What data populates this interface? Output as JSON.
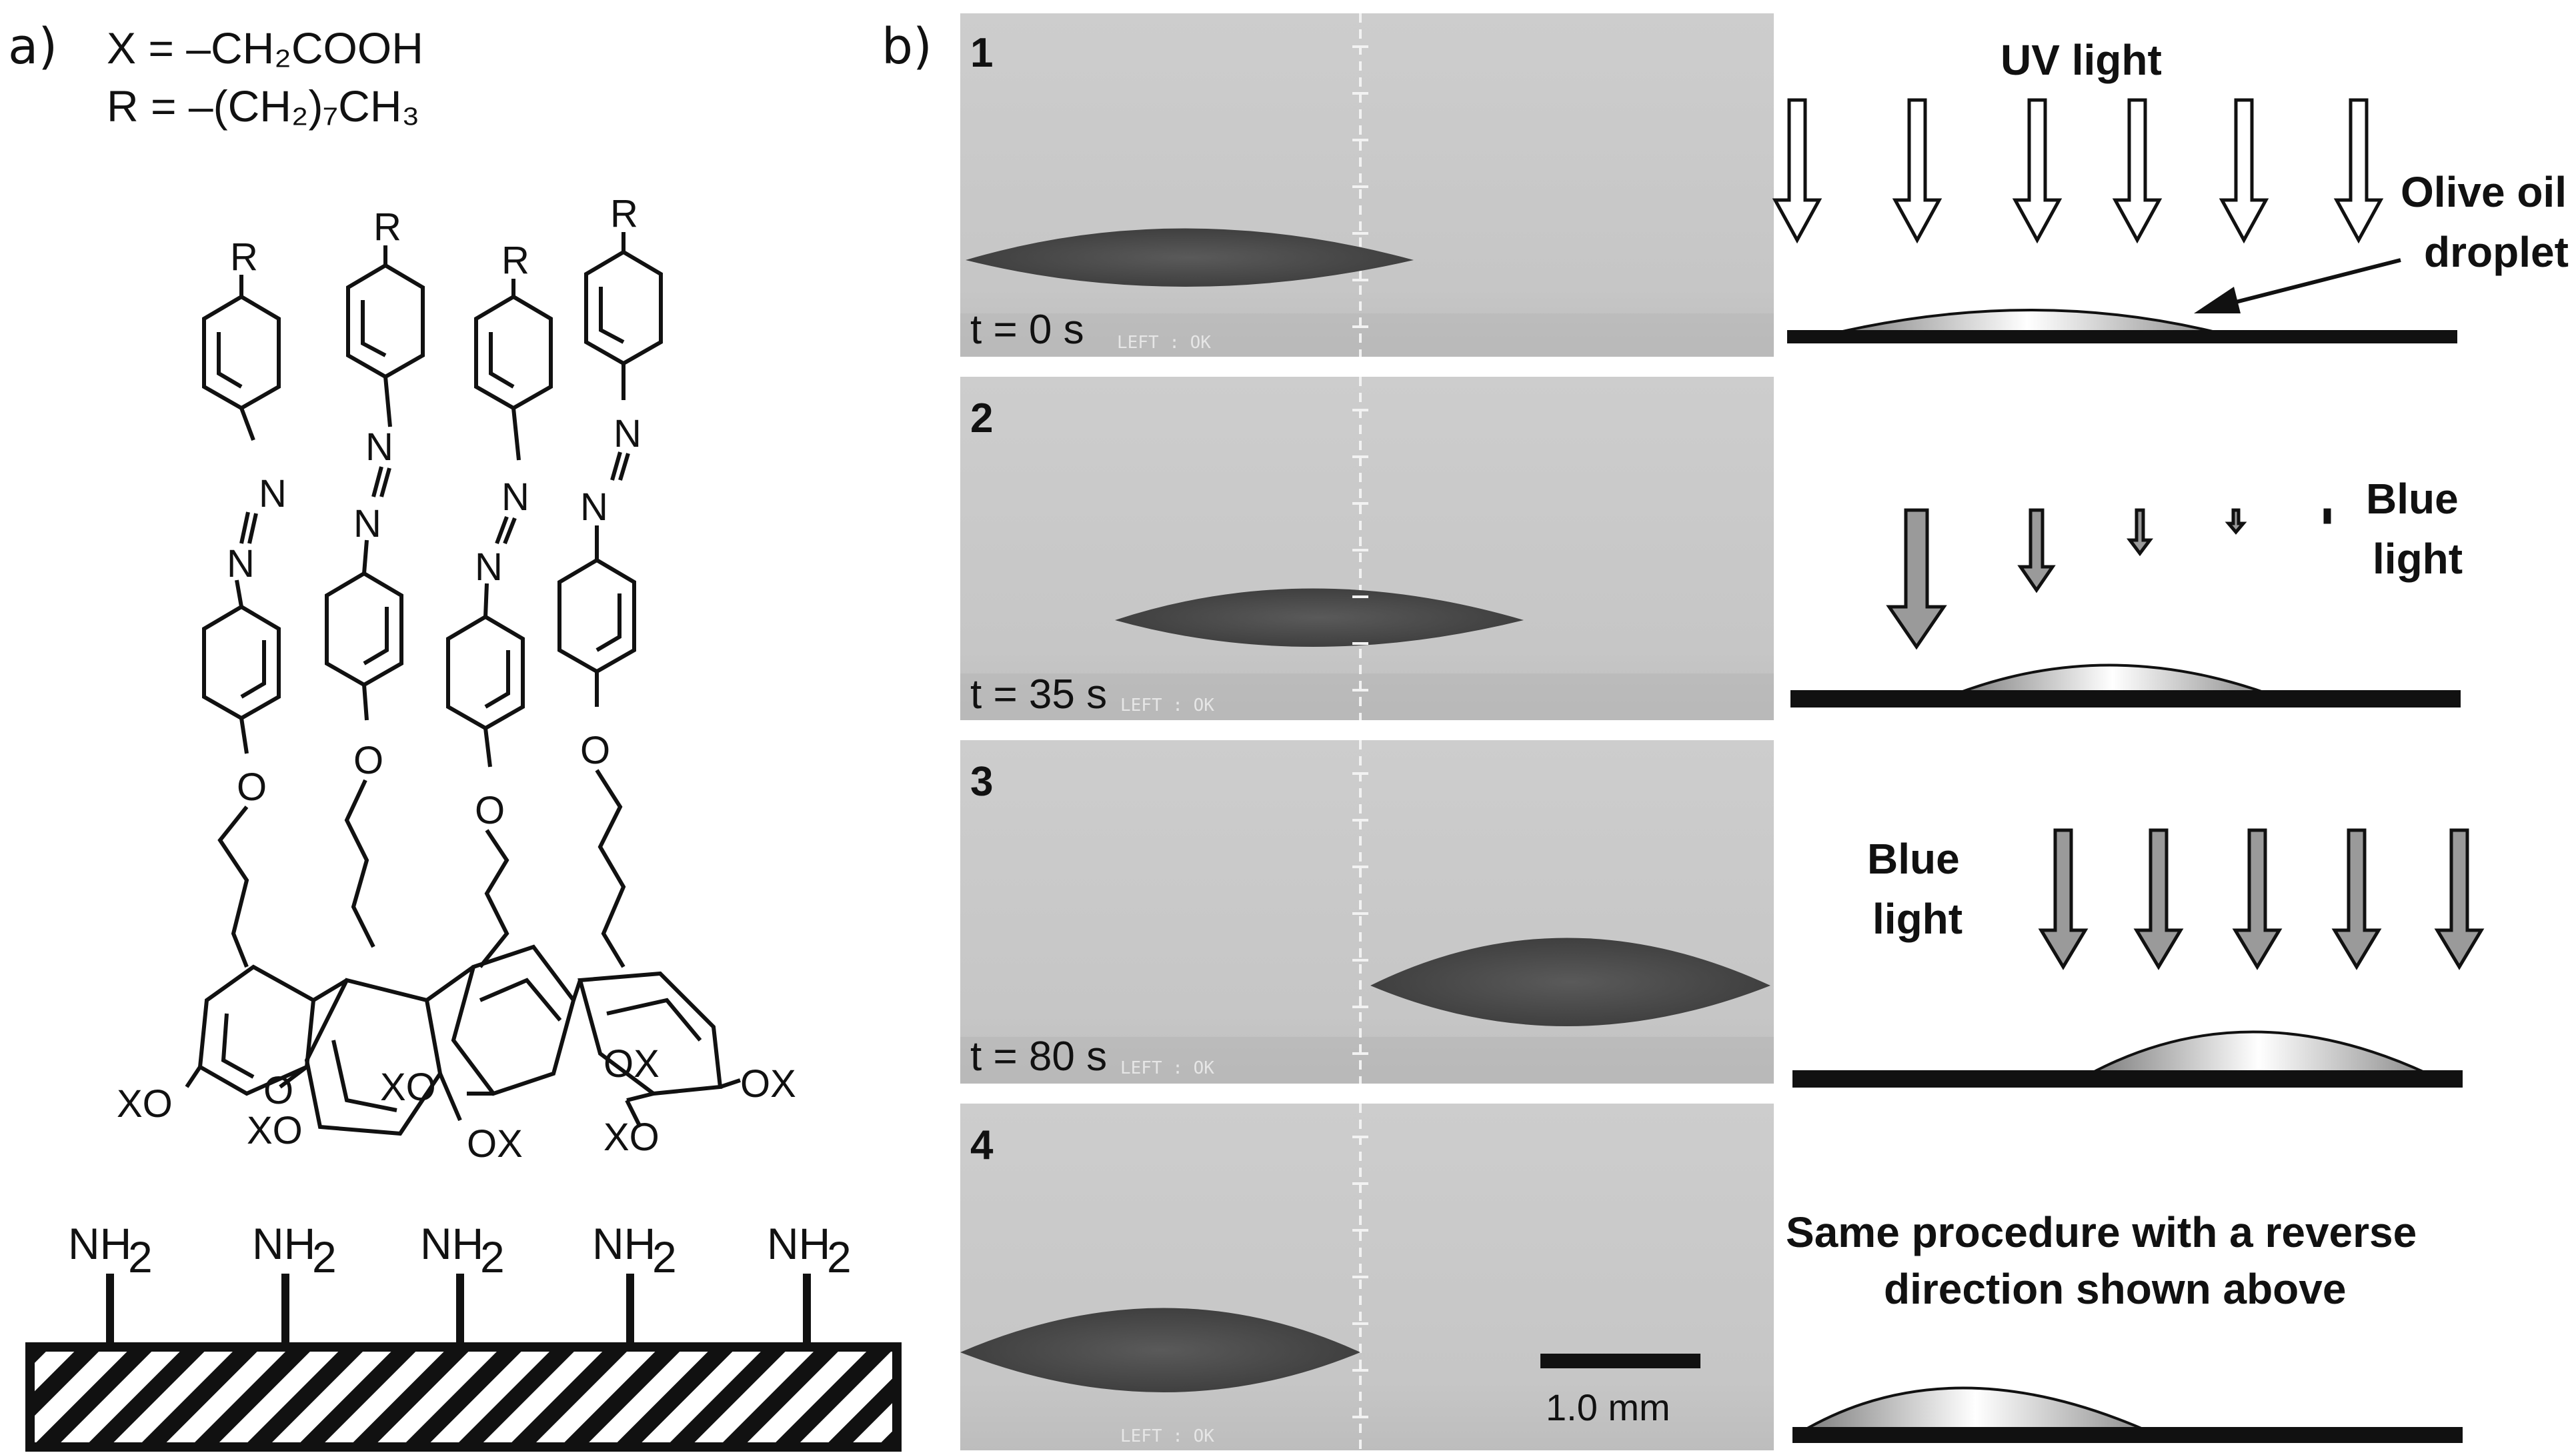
{
  "panel_a": {
    "label": "a)",
    "formula_x": "X = –CH₂COOH",
    "formula_r": "R = –(CH₂)₇CH₃",
    "substituent_r": "R",
    "atom_n": "N",
    "atom_o": "O",
    "group_ox": "OX",
    "group_xo": "XO",
    "surface_group": "NH",
    "surface_sub": "2"
  },
  "panel_b": {
    "label": "b)",
    "frames": [
      {
        "number": "1",
        "time": "t = 0 s",
        "overlay": "LEFT   : OK"
      },
      {
        "number": "2",
        "time": "t = 35 s",
        "overlay": "LEFT   : OK"
      },
      {
        "number": "3",
        "time": "t = 80 s",
        "overlay": "LEFT   : OK"
      },
      {
        "number": "4",
        "time": "",
        "overlay": "LEFT   : OK"
      }
    ],
    "scale_bar": "1.0 mm",
    "schematics": {
      "uv_label": "UV light",
      "droplet_label_1": "Olive oil",
      "droplet_label_2": "droplet",
      "blue_label_1": "Blue",
      "blue_label_2": "light",
      "blue_label_3": "Blue",
      "blue_label_4": "light",
      "reverse_note_1": "Same procedure with a reverse",
      "reverse_note_2": "direction shown above"
    }
  },
  "colors": {
    "frame_bg": "#c9c9c9",
    "droplet": "#4a4a4a",
    "arrow_gray": "#9a9a9a",
    "hatch": "#111111"
  }
}
